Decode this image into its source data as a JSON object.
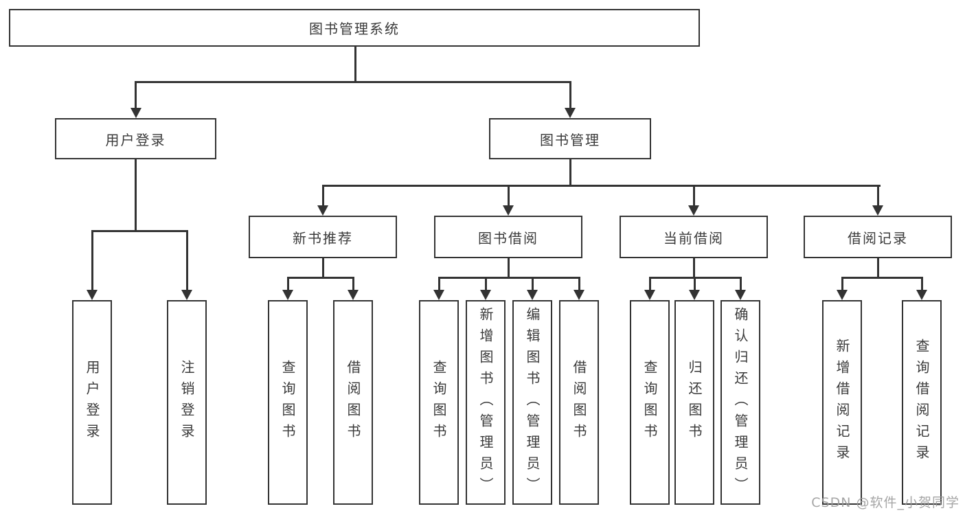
{
  "colors": {
    "line": "#333333",
    "text": "#3a3a3a",
    "box_fill": "#ffffff",
    "background": "#ffffff",
    "watermark": "#9c9c9c"
  },
  "tree": {
    "root": "图书管理系统",
    "branches": [
      {
        "label": "用户登录",
        "children": [
          "用户登录",
          "注销登录"
        ]
      },
      {
        "label": "图书管理",
        "children": [
          {
            "label": "新书推荐",
            "children": [
              "查询图书",
              "借阅图书"
            ]
          },
          {
            "label": "图书借阅",
            "children": [
              "查询图书",
              "新增图书（管理员）",
              "编辑图书（管理员）",
              "借阅图书"
            ]
          },
          {
            "label": "当前借阅",
            "children": [
              "查询图书",
              "归还图书",
              "确认归还（管理员）"
            ]
          },
          {
            "label": "借阅记录",
            "children": [
              "新增借阅记录",
              "查询借阅记录"
            ]
          }
        ]
      }
    ]
  },
  "watermark": {
    "text": "CSDN @软件_小贺同学"
  }
}
